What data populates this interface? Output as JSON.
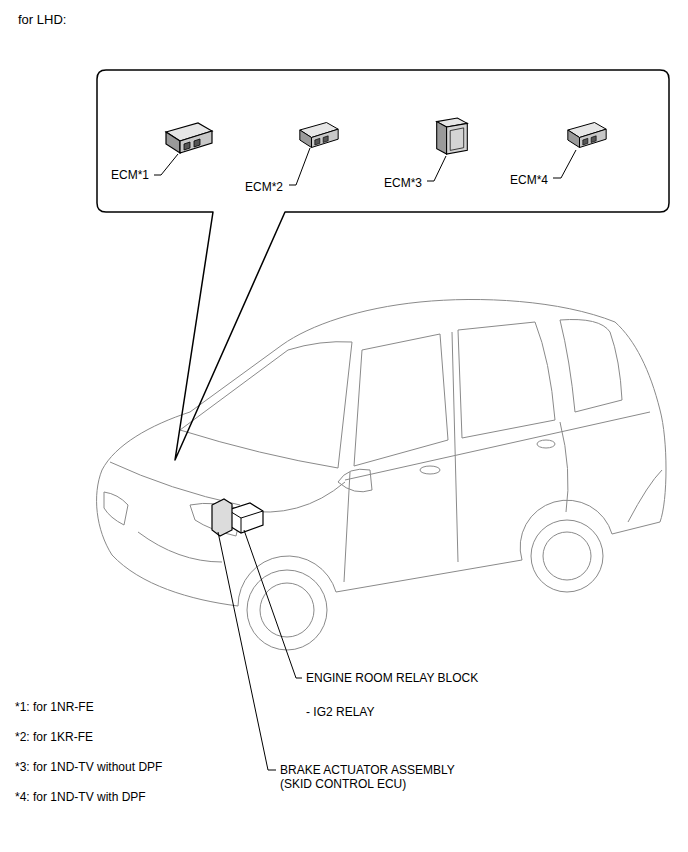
{
  "diagram": {
    "nodes": [
      {
        "text": [
          "ECM*1",
          "ECM*2",
          "ECM*3",
          "ECM*4"
        ]
      }
    ],
    "labels": [
      "for LHD:",
      "ENGINE ROOM RELAY BLOCK",
      "- IG2 RELAY",
      "BRAKE ACTUATOR ASSEMBLY (SKID CONTROL ECU)",
      "*1: for 1NR-FE",
      "*2: for 1KR-FE",
      "*3: for 1ND-TV without DPF",
      "*4: for 1ND-TV with DPF"
    ]
  }
}
